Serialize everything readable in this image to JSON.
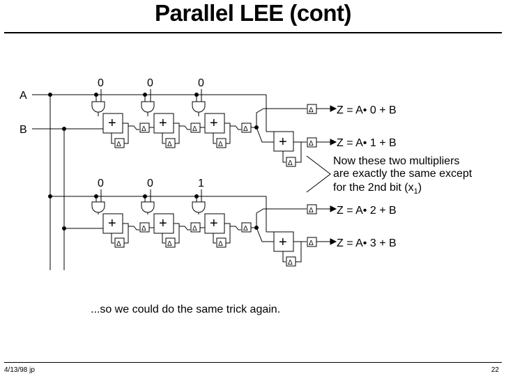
{
  "slide": {
    "title": "Parallel LEE (cont)",
    "note": "...so we could do the same trick again.",
    "footer_left": "4/13/98 jp",
    "footer_right": "22"
  },
  "diagram": {
    "input_a": "A",
    "input_b": "B",
    "top_bits": [
      "0",
      "0",
      "0"
    ],
    "bottom_bits": [
      "0",
      "0",
      "1"
    ],
    "plus": "+",
    "delay": "Δ",
    "outputs": [
      "Z = A• 0 + B",
      "Z = A• 1 + B",
      "Z = A• 2 + B",
      "Z = A• 3 + B"
    ],
    "callout": [
      "Now these two multipliers",
      "are exactly the same except",
      "for the 2nd bit (x"
    ],
    "callout_sub": "1",
    "callout_end": ")"
  }
}
